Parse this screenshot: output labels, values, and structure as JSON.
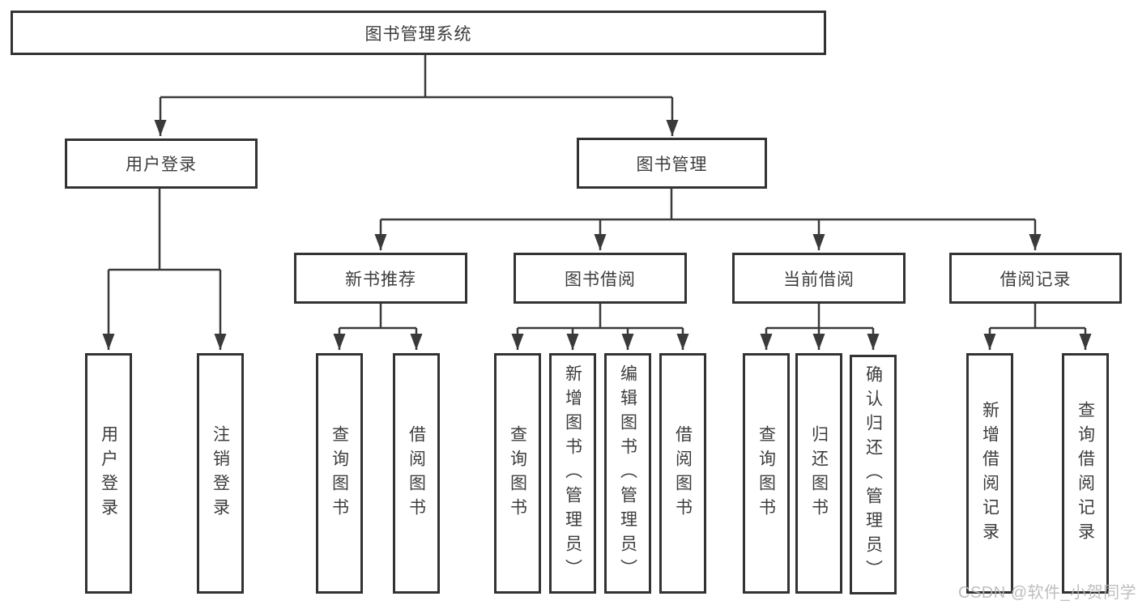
{
  "diagram_type": "hierarchy-tree",
  "tree": {
    "label": "图书管理系统",
    "children": [
      {
        "label": "用户登录",
        "children": [
          {
            "label": "用户登录"
          },
          {
            "label": "注销登录"
          }
        ]
      },
      {
        "label": "图书管理",
        "children": [
          {
            "label": "新书推荐",
            "children": [
              {
                "label": "查询图书"
              },
              {
                "label": "借阅图书"
              }
            ]
          },
          {
            "label": "图书借阅",
            "children": [
              {
                "label": "查询图书"
              },
              {
                "label": "新增图书（管理员）"
              },
              {
                "label": "编辑图书（管理员）"
              },
              {
                "label": "借阅图书"
              }
            ]
          },
          {
            "label": "当前借阅",
            "children": [
              {
                "label": "查询图书"
              },
              {
                "label": "归还图书"
              },
              {
                "label": "确认归还（管理员）"
              }
            ]
          },
          {
            "label": "借阅记录",
            "children": [
              {
                "label": "新增借阅记录"
              },
              {
                "label": "查询借阅记录"
              }
            ]
          }
        ]
      }
    ]
  },
  "watermark": {
    "text": "CSDN @软件_小贺同学"
  },
  "colors": {
    "background": "#ffffff",
    "line": "#3a3a3a",
    "box_border": "#333333",
    "text": "#3d3d3d",
    "watermark": "#b7b7b7"
  }
}
